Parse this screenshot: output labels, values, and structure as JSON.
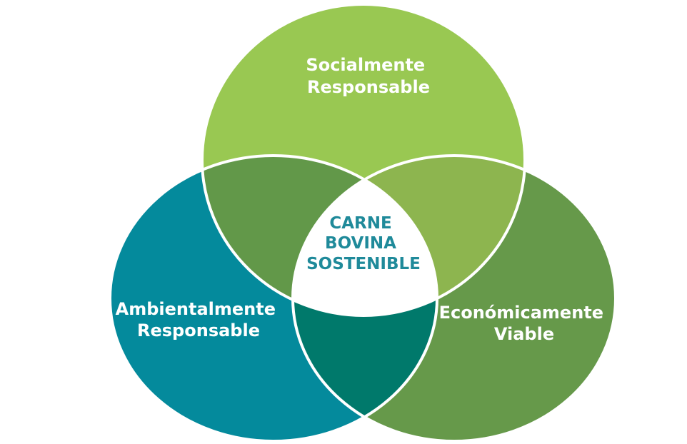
{
  "diagram": {
    "circles": {
      "social": {
        "label_lines": [
          "Socialmente",
          "Responsable"
        ],
        "color": "#99c852"
      },
      "environmental": {
        "label_lines": [
          "Ambientalmente",
          "Responsable"
        ],
        "color": "#048a9c"
      },
      "economic": {
        "label_lines": [
          "Económicamente",
          "Viable"
        ],
        "color": "#66994a"
      }
    },
    "overlap_colors": {
      "social_environmental": "#629849",
      "social_economic": "#8db54f",
      "environmental_economic": "#00796b",
      "center": "#ffffff"
    },
    "center": {
      "label_lines": [
        "CARNE",
        "BOVINA",
        "SOSTENIBLE"
      ],
      "text_color": "#1f8a9a"
    },
    "outline_color": "#ffffff"
  }
}
